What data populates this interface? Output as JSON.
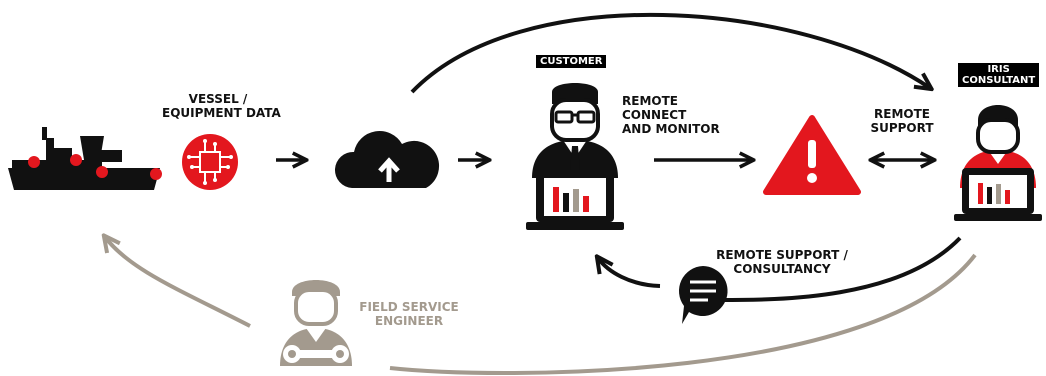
{
  "labels": {
    "vessel_line1": "VESSEL /",
    "vessel_line2": "EQUIPMENT DATA",
    "customer_tag": "CUSTOMER",
    "remote_connect_line1": "REMOTE",
    "remote_connect_line2": "CONNECT",
    "remote_connect_line3": "AND MONITOR",
    "remote_support_line1": "REMOTE",
    "remote_support_line2": "SUPPORT",
    "iris_tag_line1": "IRIS",
    "iris_tag_line2": "CONSULTANT",
    "consultancy_line1": "REMOTE SUPPORT /",
    "consultancy_line2": "CONSULTANCY",
    "field_line1": "FIELD SERVICE",
    "field_line2": "ENGINEER"
  },
  "colors": {
    "accent": "#e3171e",
    "dark": "#111111",
    "field": "#a39a8e"
  },
  "icons": [
    "vessel-icon",
    "chip-icon",
    "cloud-upload-icon",
    "customer-icon",
    "warning-icon",
    "consultant-icon",
    "chat-bubble-icon",
    "field-engineer-icon"
  ]
}
